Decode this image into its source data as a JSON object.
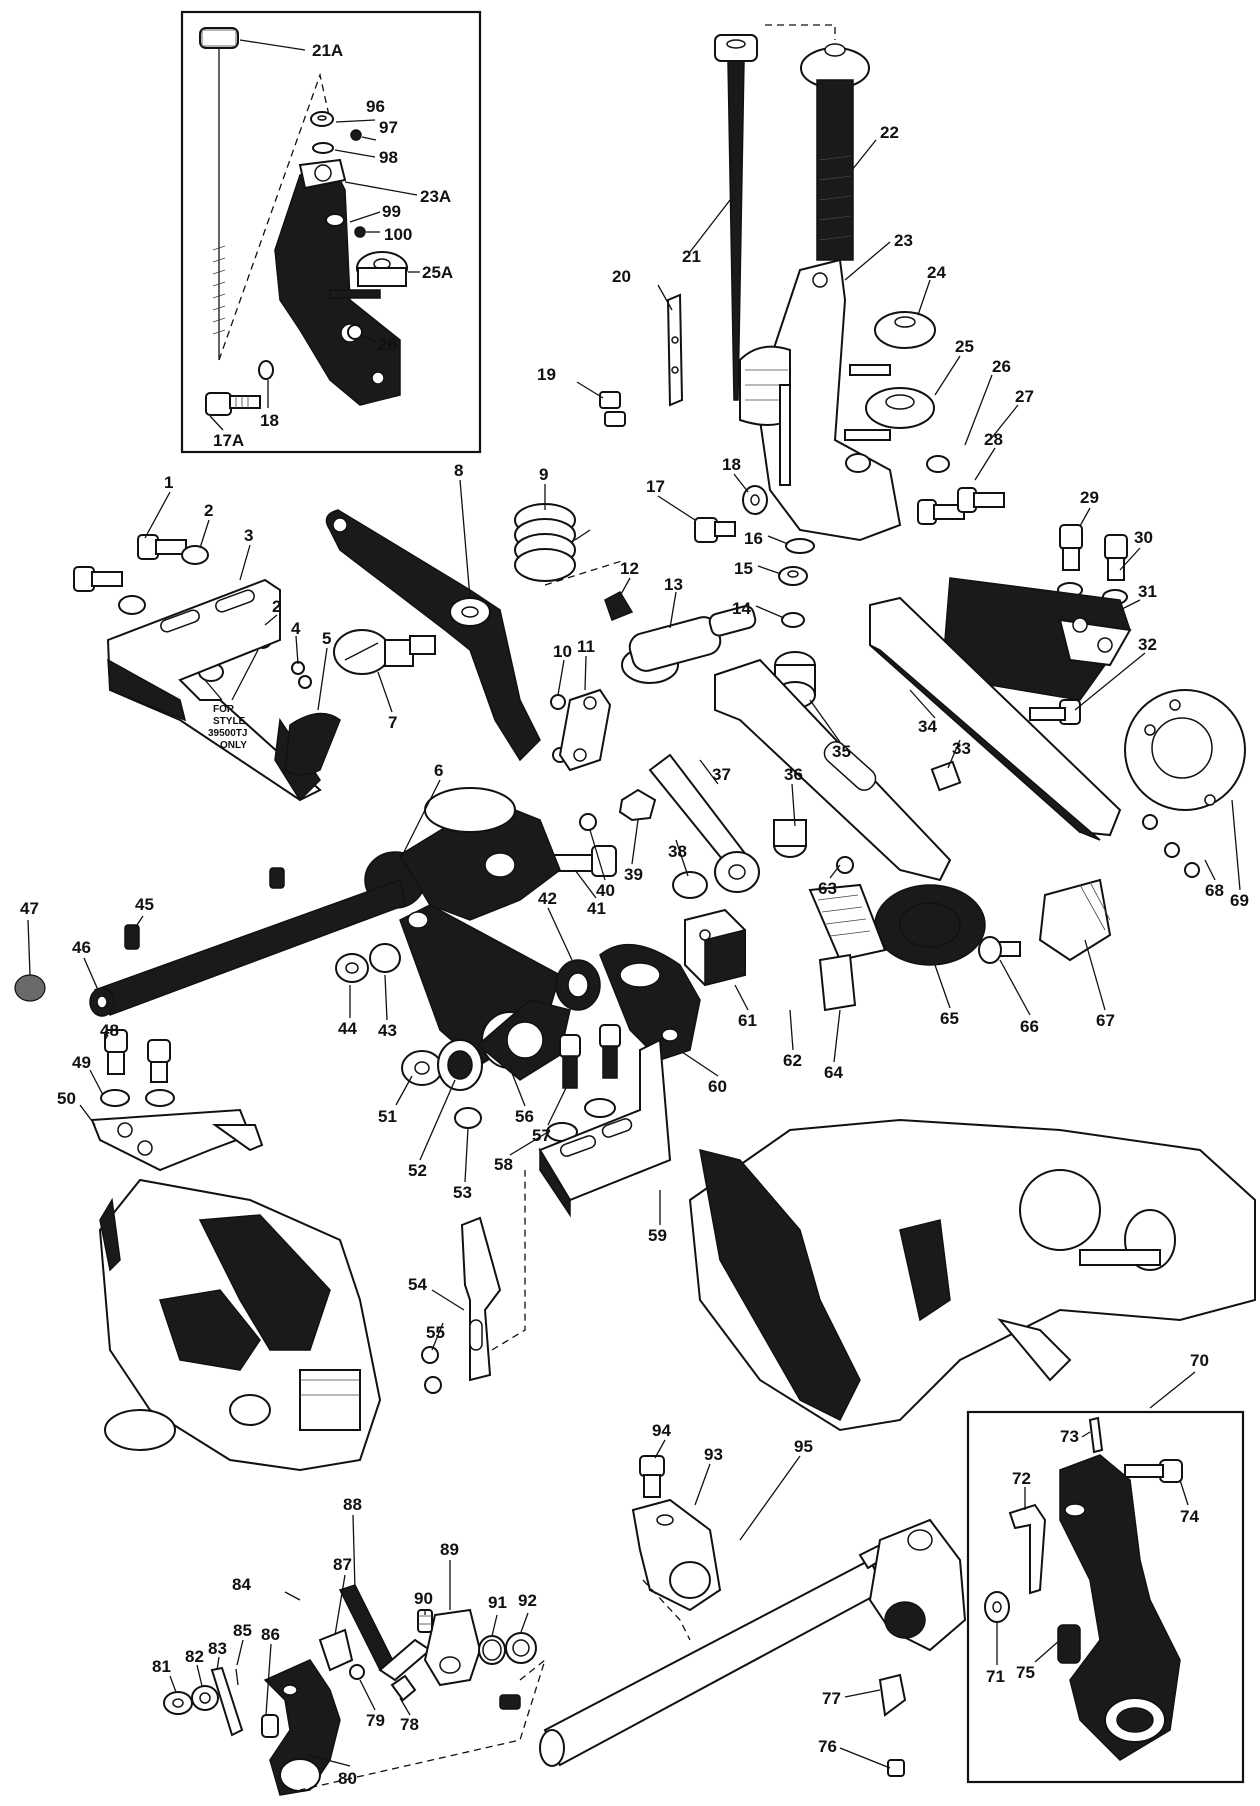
{
  "diagram": {
    "note_lines": [
      "FOR",
      "STYLE",
      "39500TJ",
      "ONLY"
    ],
    "callouts": [
      {
        "id": "c21A",
        "label": "21A"
      },
      {
        "id": "c96",
        "label": "96"
      },
      {
        "id": "c97",
        "label": "97"
      },
      {
        "id": "c98",
        "label": "98"
      },
      {
        "id": "c23A",
        "label": "23A"
      },
      {
        "id": "c99",
        "label": "99"
      },
      {
        "id": "c100",
        "label": "100"
      },
      {
        "id": "c25A",
        "label": "25A"
      },
      {
        "id": "c26i",
        "label": "26"
      },
      {
        "id": "c18i",
        "label": "18"
      },
      {
        "id": "c17A",
        "label": "17A"
      },
      {
        "id": "c22",
        "label": "22"
      },
      {
        "id": "c21",
        "label": "21"
      },
      {
        "id": "c23",
        "label": "23"
      },
      {
        "id": "c20",
        "label": "20"
      },
      {
        "id": "c24",
        "label": "24"
      },
      {
        "id": "c25",
        "label": "25"
      },
      {
        "id": "c26",
        "label": "26"
      },
      {
        "id": "c27",
        "label": "27"
      },
      {
        "id": "c28",
        "label": "28"
      },
      {
        "id": "c19",
        "label": "19"
      },
      {
        "id": "c18",
        "label": "18"
      },
      {
        "id": "c17",
        "label": "17"
      },
      {
        "id": "c16",
        "label": "16"
      },
      {
        "id": "c15",
        "label": "15"
      },
      {
        "id": "c14",
        "label": "14"
      },
      {
        "id": "c13",
        "label": "13"
      },
      {
        "id": "c12",
        "label": "12"
      },
      {
        "id": "c9",
        "label": "9"
      },
      {
        "id": "c8",
        "label": "8"
      },
      {
        "id": "c1",
        "label": "1"
      },
      {
        "id": "c2a",
        "label": "2"
      },
      {
        "id": "c3",
        "label": "3"
      },
      {
        "id": "c2b",
        "label": "2"
      },
      {
        "id": "c4",
        "label": "4"
      },
      {
        "id": "c5",
        "label": "5"
      },
      {
        "id": "c7",
        "label": "7"
      },
      {
        "id": "c10",
        "label": "10"
      },
      {
        "id": "c11",
        "label": "11"
      },
      {
        "id": "c29",
        "label": "29"
      },
      {
        "id": "c30",
        "label": "30"
      },
      {
        "id": "c31",
        "label": "31"
      },
      {
        "id": "c32",
        "label": "32"
      },
      {
        "id": "c34",
        "label": "34"
      },
      {
        "id": "c35",
        "label": "35"
      },
      {
        "id": "c33",
        "label": "33"
      },
      {
        "id": "c36",
        "label": "36"
      },
      {
        "id": "c37",
        "label": "37"
      },
      {
        "id": "c38",
        "label": "38"
      },
      {
        "id": "c39",
        "label": "39"
      },
      {
        "id": "c40",
        "label": "40"
      },
      {
        "id": "c41",
        "label": "41"
      },
      {
        "id": "c6",
        "label": "6"
      },
      {
        "id": "c47",
        "label": "47"
      },
      {
        "id": "c45",
        "label": "45"
      },
      {
        "id": "c46",
        "label": "46"
      },
      {
        "id": "c44",
        "label": "44"
      },
      {
        "id": "c43",
        "label": "43"
      },
      {
        "id": "c42",
        "label": "42"
      },
      {
        "id": "c63",
        "label": "63"
      },
      {
        "id": "c65",
        "label": "65"
      },
      {
        "id": "c66",
        "label": "66"
      },
      {
        "id": "c67",
        "label": "67"
      },
      {
        "id": "c68",
        "label": "68"
      },
      {
        "id": "c69",
        "label": "69"
      },
      {
        "id": "c61",
        "label": "61"
      },
      {
        "id": "c62",
        "label": "62"
      },
      {
        "id": "c64",
        "label": "64"
      },
      {
        "id": "c60",
        "label": "60"
      },
      {
        "id": "c56",
        "label": "56"
      },
      {
        "id": "c57",
        "label": "57"
      },
      {
        "id": "c48",
        "label": "48"
      },
      {
        "id": "c49",
        "label": "49"
      },
      {
        "id": "c50",
        "label": "50"
      },
      {
        "id": "c51",
        "label": "51"
      },
      {
        "id": "c52",
        "label": "52"
      },
      {
        "id": "c53",
        "label": "53"
      },
      {
        "id": "c58",
        "label": "58"
      },
      {
        "id": "c59",
        "label": "59"
      },
      {
        "id": "c54",
        "label": "54"
      },
      {
        "id": "c55",
        "label": "55"
      },
      {
        "id": "c70",
        "label": "70"
      },
      {
        "id": "c73",
        "label": "73"
      },
      {
        "id": "c72",
        "label": "72"
      },
      {
        "id": "c74",
        "label": "74"
      },
      {
        "id": "c71",
        "label": "71"
      },
      {
        "id": "c75",
        "label": "75"
      },
      {
        "id": "c94",
        "label": "94"
      },
      {
        "id": "c93",
        "label": "93"
      },
      {
        "id": "c95",
        "label": "95"
      },
      {
        "id": "c77",
        "label": "77"
      },
      {
        "id": "c76",
        "label": "76"
      },
      {
        "id": "c88",
        "label": "88"
      },
      {
        "id": "c89",
        "label": "89"
      },
      {
        "id": "c84",
        "label": "84"
      },
      {
        "id": "c87",
        "label": "87"
      },
      {
        "id": "c85",
        "label": "85"
      },
      {
        "id": "c86",
        "label": "86"
      },
      {
        "id": "c90",
        "label": "90"
      },
      {
        "id": "c91",
        "label": "91"
      },
      {
        "id": "c92",
        "label": "92"
      },
      {
        "id": "c83",
        "label": "83"
      },
      {
        "id": "c82",
        "label": "82"
      },
      {
        "id": "c81",
        "label": "81"
      },
      {
        "id": "c80",
        "label": "80"
      },
      {
        "id": "c79",
        "label": "79"
      },
      {
        "id": "c78",
        "label": "78"
      }
    ]
  }
}
